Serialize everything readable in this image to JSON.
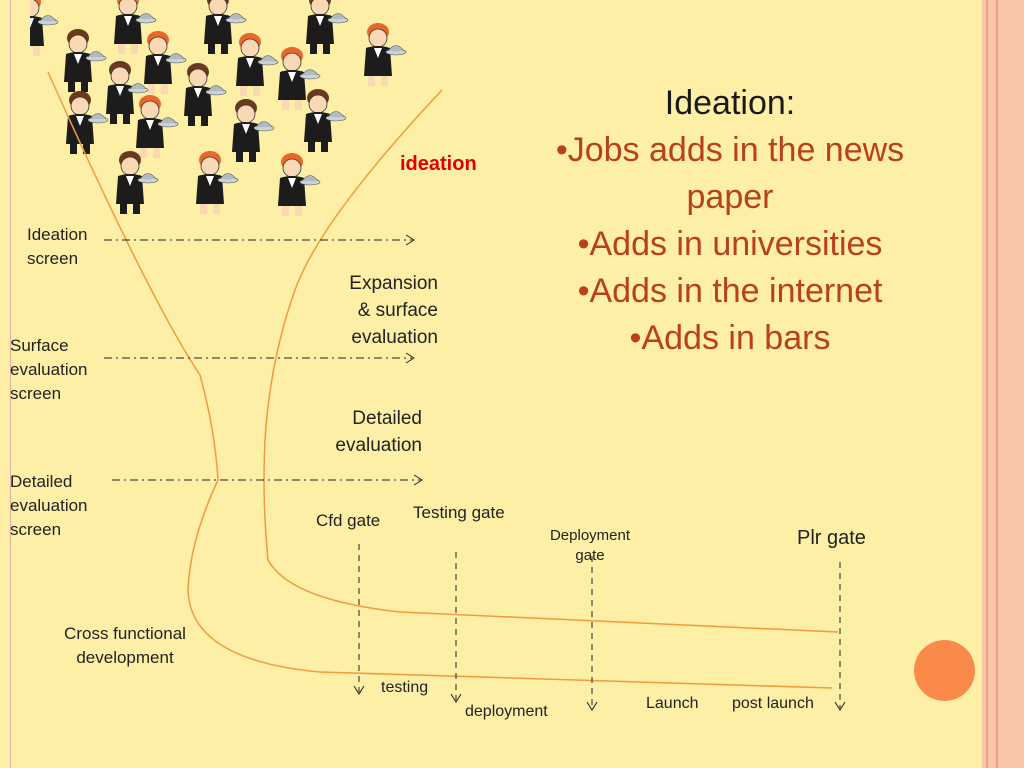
{
  "labels": {
    "ideation_red": "ideation",
    "ideation_screen": "Ideation\nscreen",
    "surface_screen": "Surface\nevaluation\nscreen",
    "detailed_screen": "Detailed\nevaluation\nscreen",
    "expansion": "Expansion\n& surface\nevaluation",
    "detailed_eval": "Detailed\nevaluation",
    "cfd_gate": "Cfd gate",
    "testing_gate": "Testing gate",
    "deployment_gate": "Deployment\ngate",
    "plr_gate": "Plr gate",
    "cross_functional": "Cross functional\ndevelopment",
    "testing": "testing",
    "deployment": "deployment",
    "launch": "Launch",
    "post_launch": "post launch"
  },
  "heading": {
    "title": "Ideation:",
    "items": [
      "Jobs adds in the news paper",
      "Adds in universities",
      "Adds in the internet",
      "Adds in bars"
    ]
  },
  "colors": {
    "funnel": "#f39a3d",
    "title_items": "#b8401b",
    "red_label": "#e40000",
    "accent_circle": "#f98a4a"
  }
}
